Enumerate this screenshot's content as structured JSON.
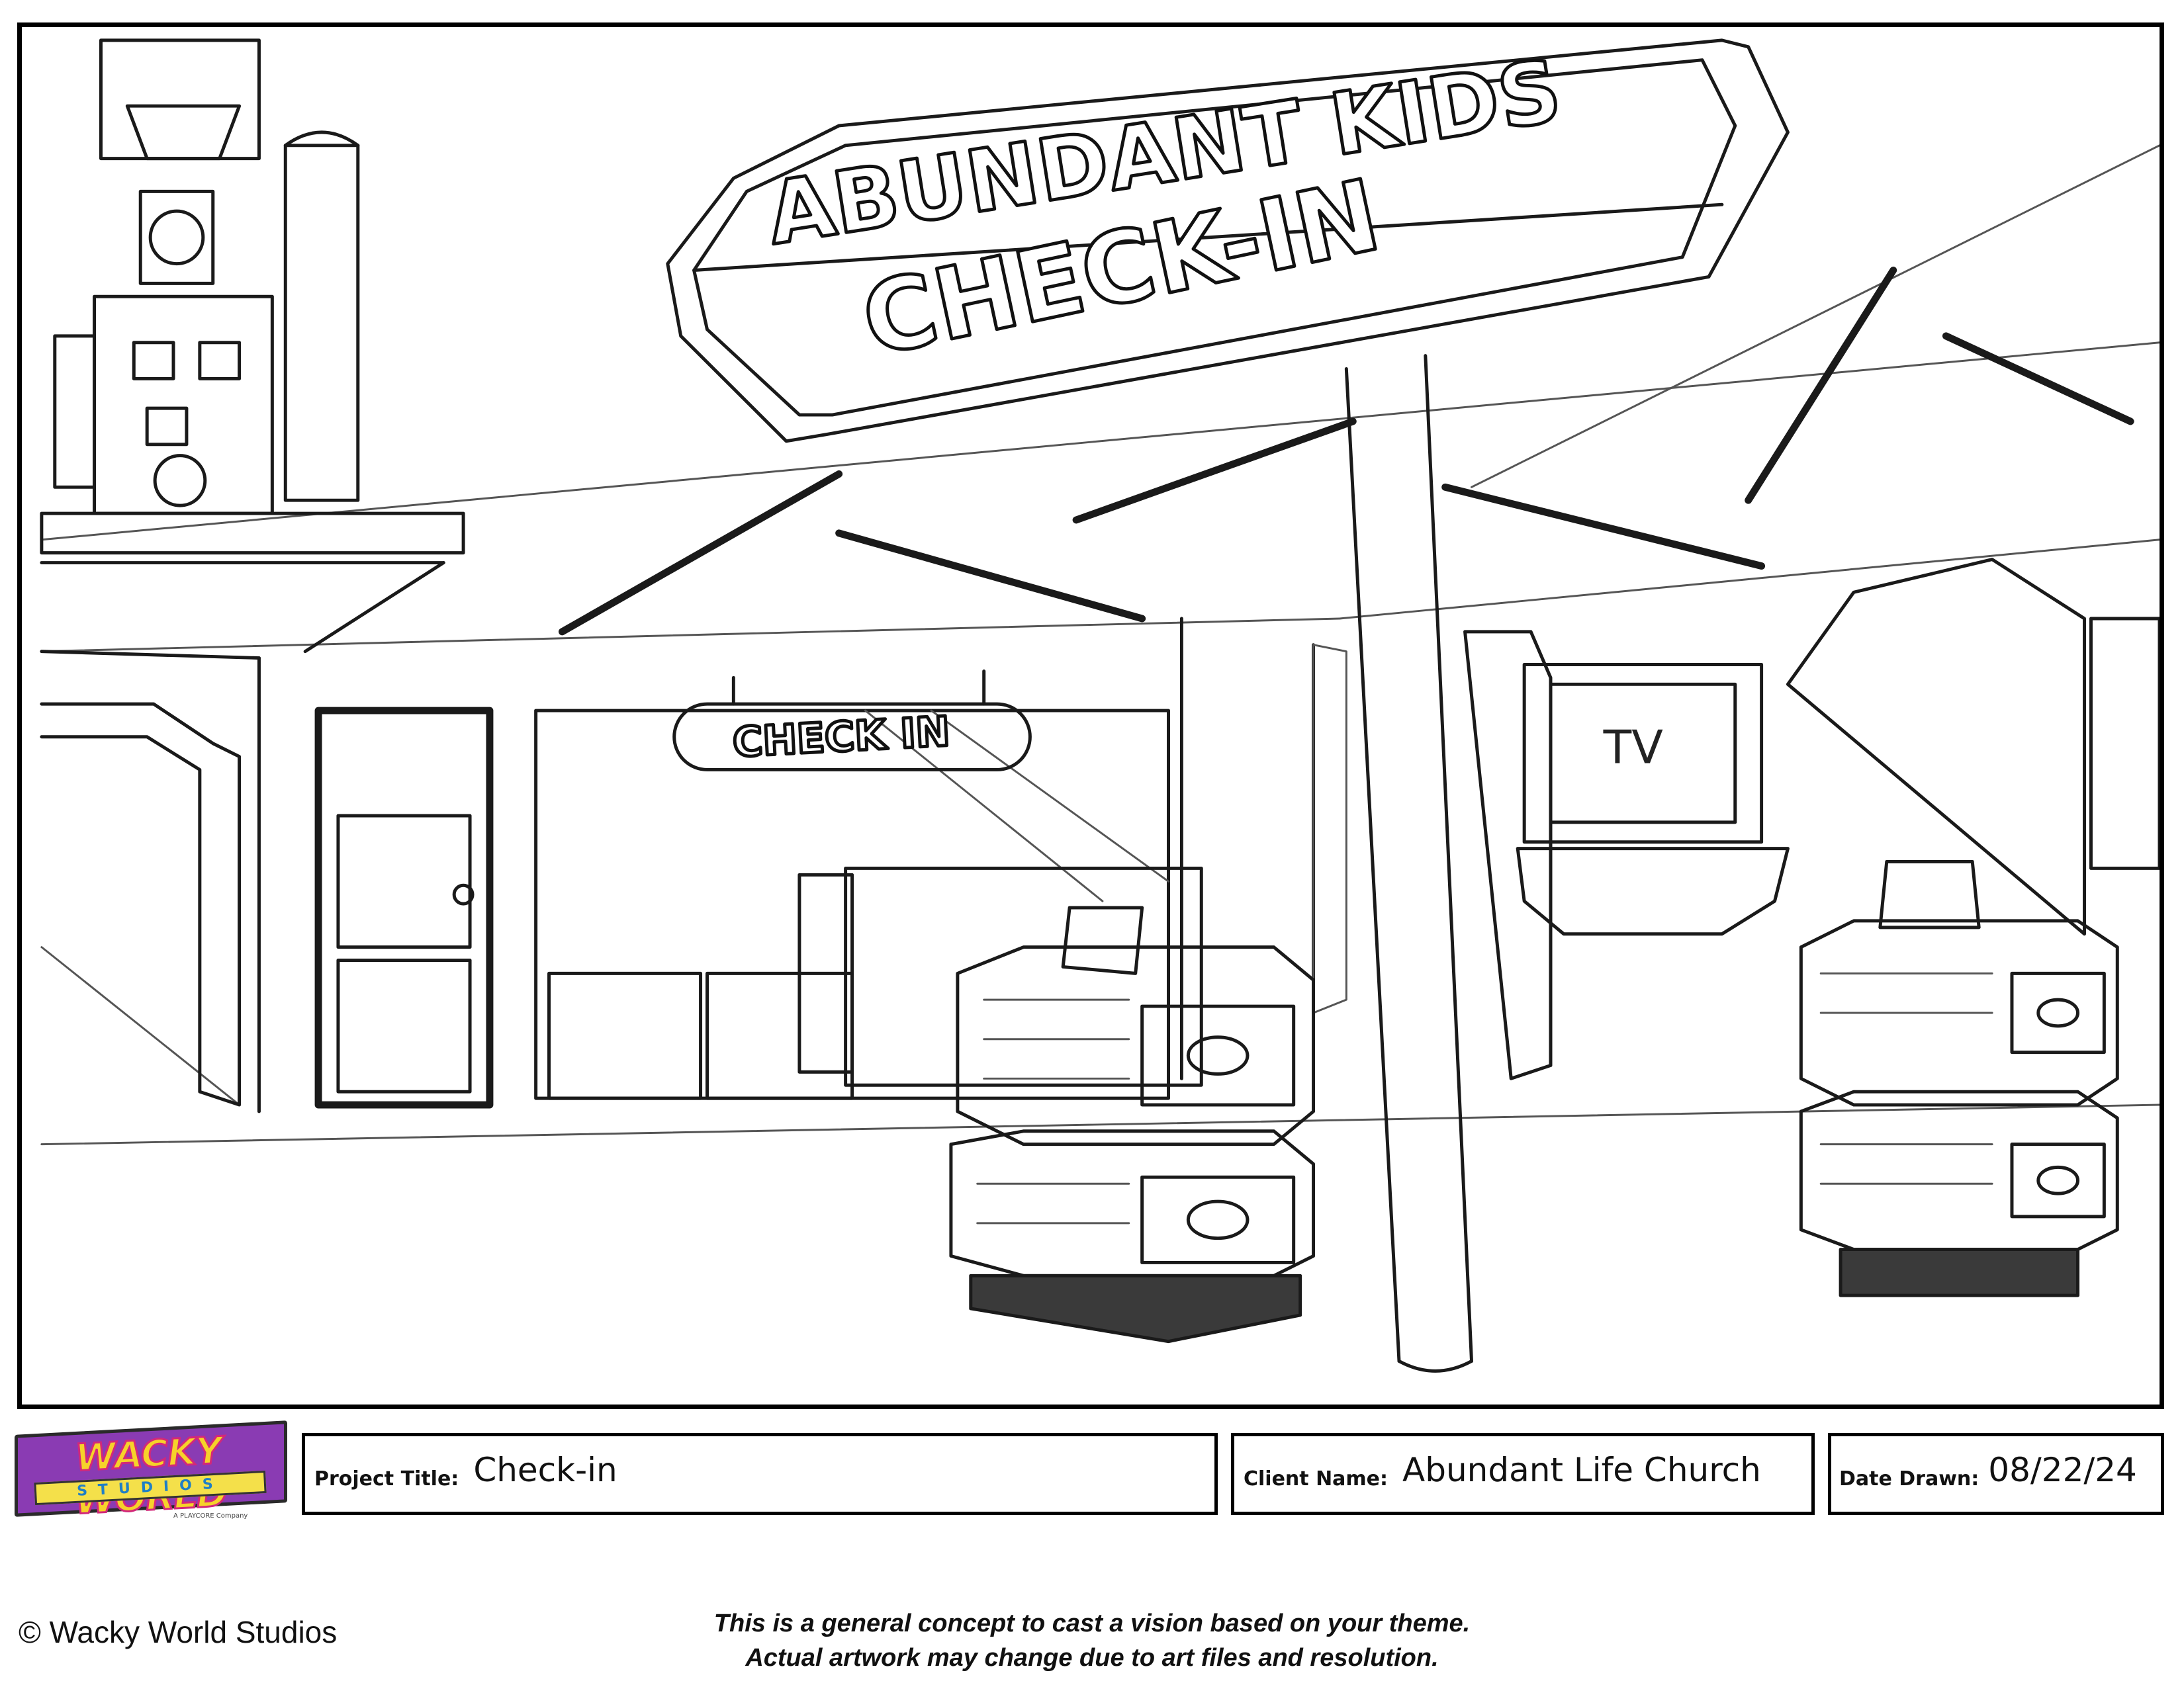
{
  "artwork": {
    "sign_main_line1": "ABUNDANT KIDS",
    "sign_main_line2": "CHECK-IN",
    "sign_small": "CHECK IN",
    "tv_label": "TV"
  },
  "logo": {
    "line1": "WACKY WORLD",
    "line2": "STUDIOS",
    "tagline": "A PLAYCORE Company"
  },
  "title_block": {
    "project_label": "Project Title:",
    "project_value": "Check-in",
    "client_label": "Client Name:",
    "client_value": "Abundant Life Church",
    "date_label": "Date Drawn:",
    "date_value": "08/22/24"
  },
  "footer": {
    "copyright": "© Wacky World Studios",
    "disclaimer_line1": "This is a general concept to cast a vision based on your theme.",
    "disclaimer_line2": "Actual artwork may change due to art files and resolution."
  }
}
